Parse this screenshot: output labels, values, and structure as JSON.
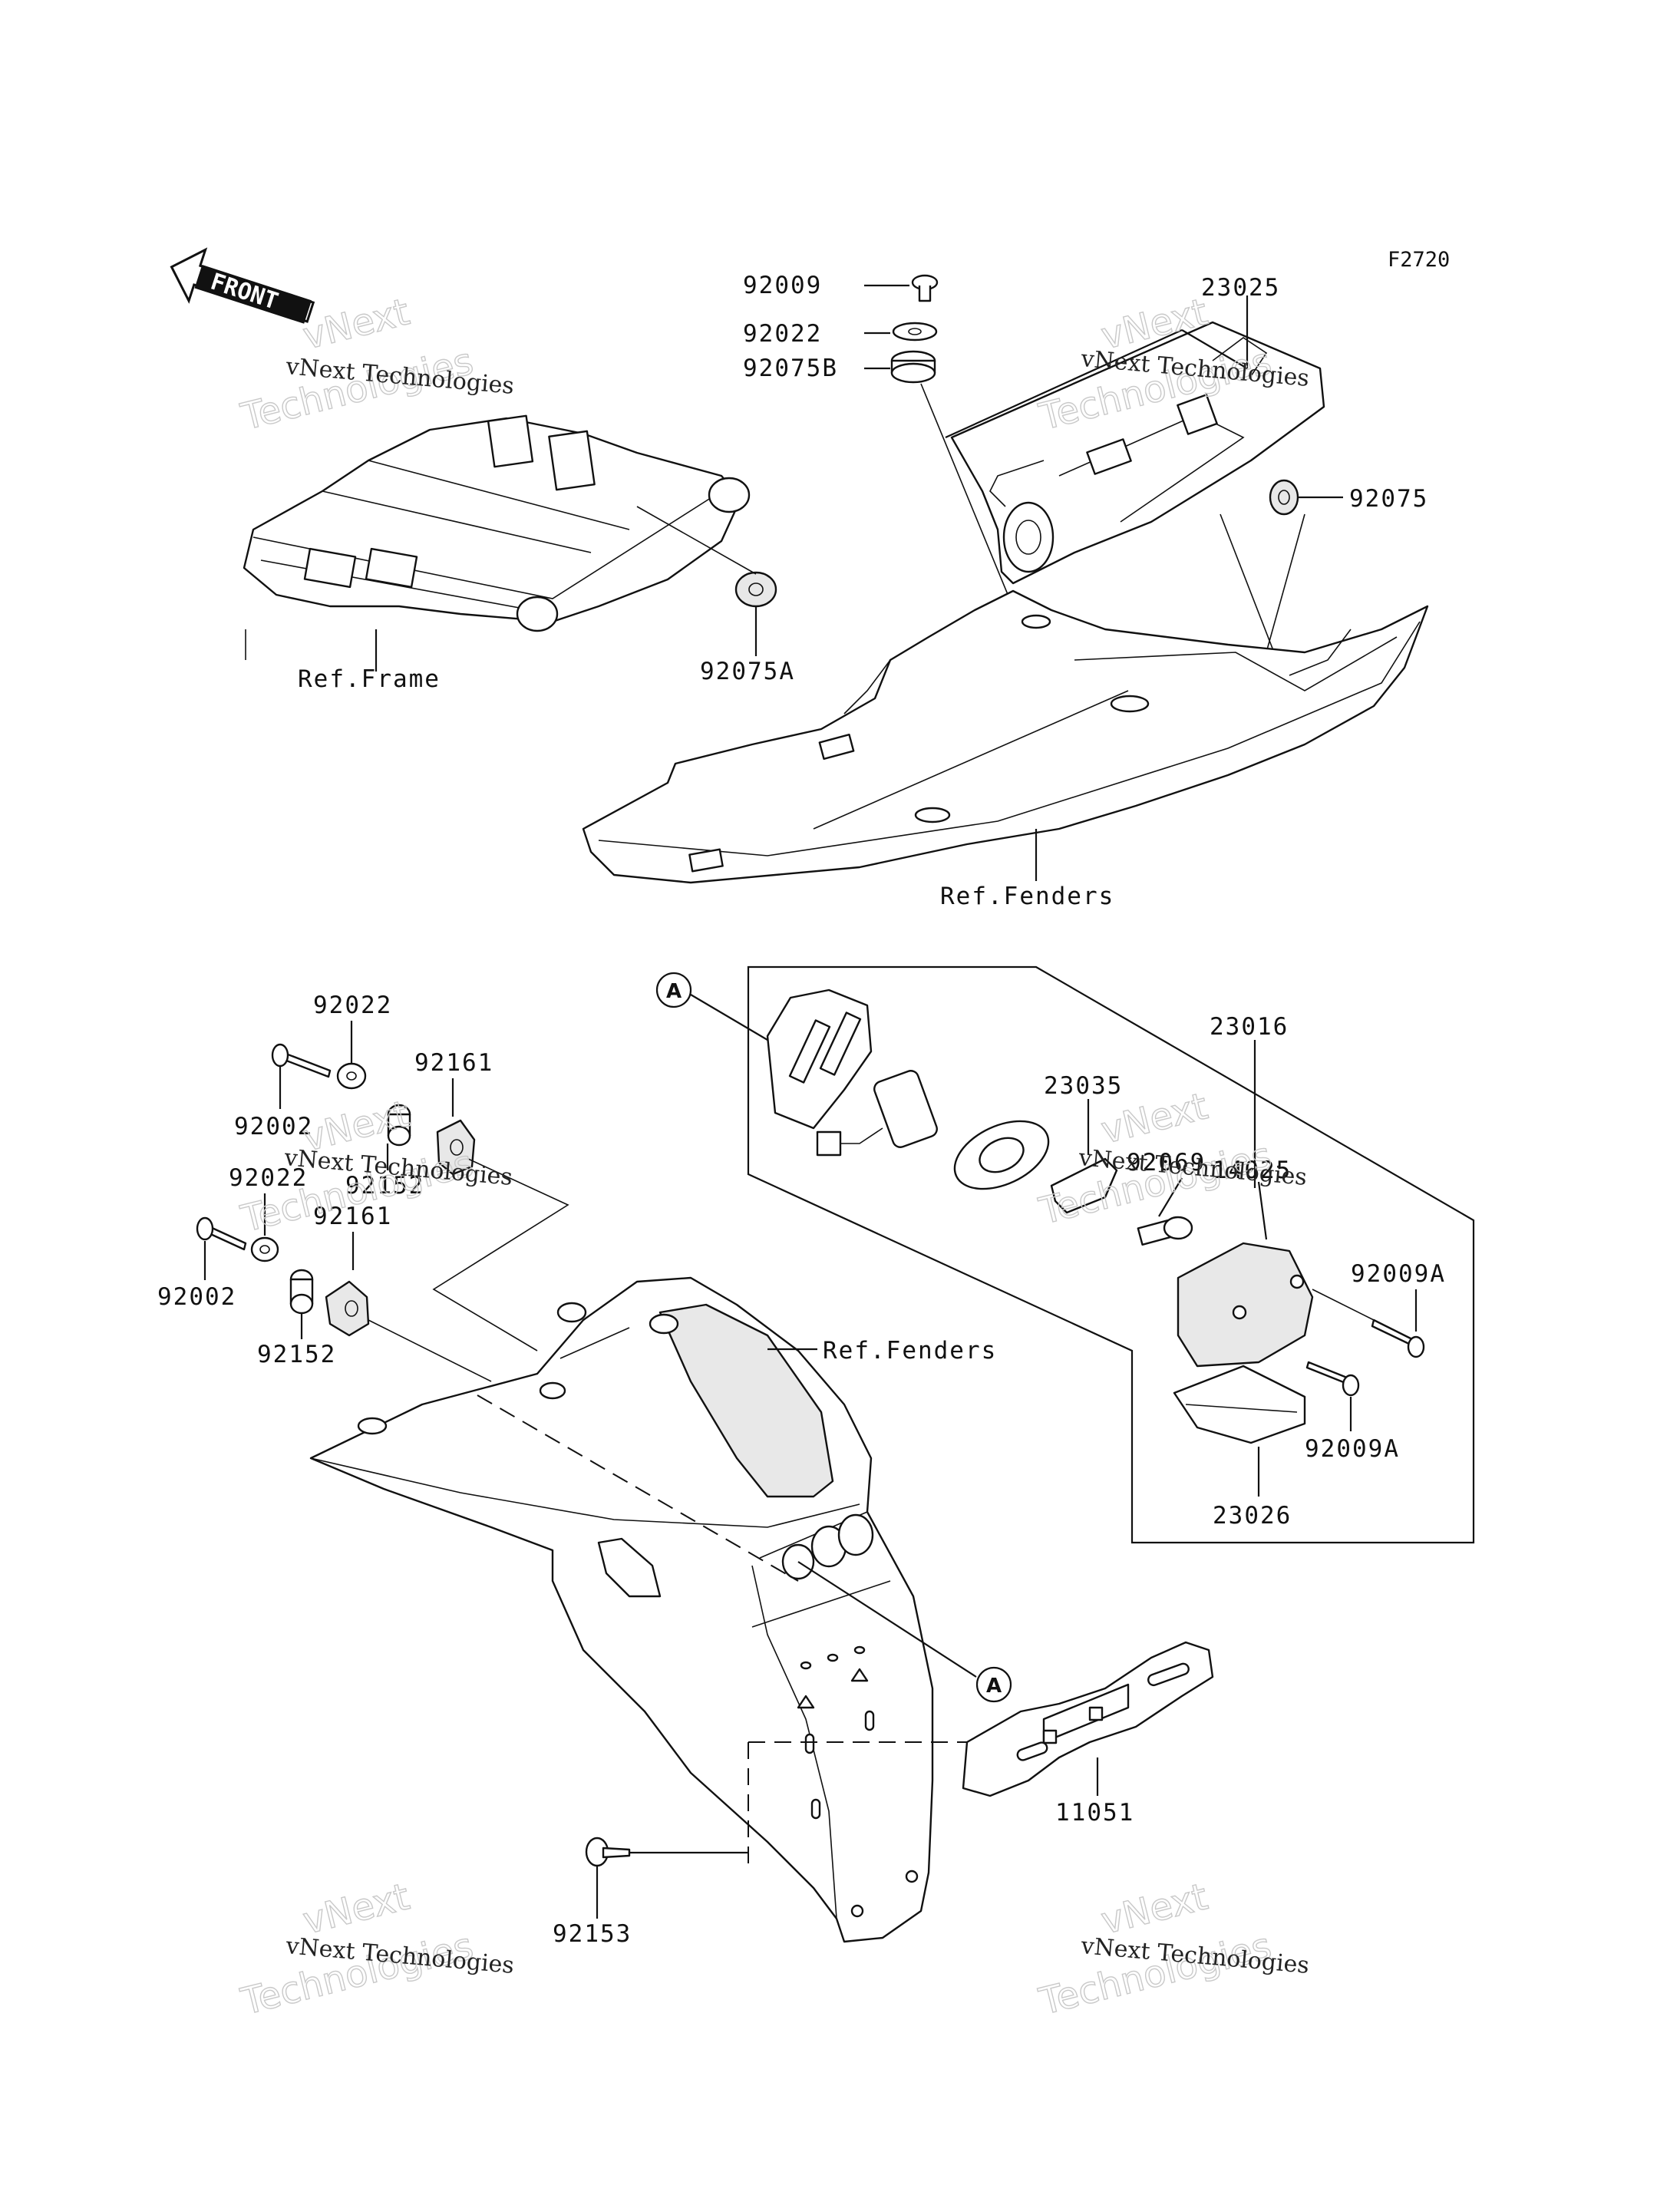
{
  "figure_code": "F2720",
  "front_label": "FRONT",
  "watermark": {
    "big_line1": "vNext",
    "big_line2": "Technologies",
    "small": "vNext Technologies"
  },
  "reference_labels": {
    "frame": "Ref.Frame",
    "fenders_top": "Ref.Fenders",
    "fenders_bottom": "Ref.Fenders"
  },
  "callouts": {
    "a_top": "A",
    "a_bottom": "A"
  },
  "part_numbers": {
    "p92009": "92009",
    "p92022_top": "92022",
    "p92075B": "92075B",
    "p23025": "23025",
    "p92075": "92075",
    "p92075A": "92075A",
    "p23016": "23016",
    "p23035": "23035",
    "p92069": "92069",
    "p14025": "14025",
    "p92009A_1": "92009A",
    "p92009A_2": "92009A",
    "p23026": "23026",
    "p92022_a": "92022",
    "p92002_a": "92002",
    "p92161_a": "92161",
    "p92152_a": "92152",
    "p92022_b": "92022",
    "p92002_b": "92002",
    "p92161_b": "92161",
    "p92152_b": "92152",
    "p11051": "11051",
    "p92153": "92153"
  }
}
